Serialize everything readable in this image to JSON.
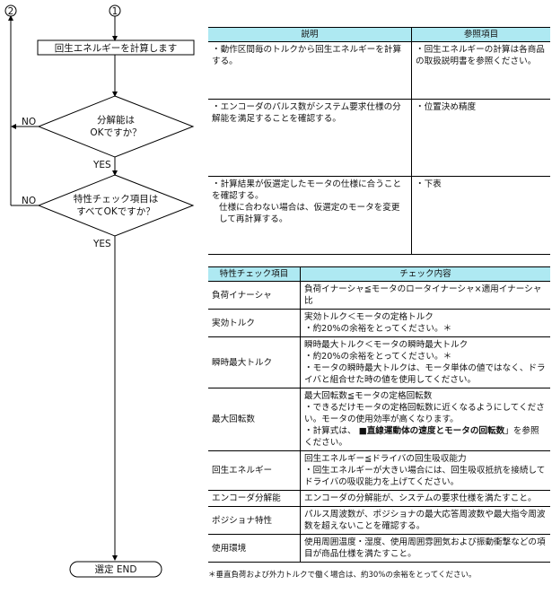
{
  "flow": {
    "connector_in": "1",
    "connector_out": "2",
    "step1": "回生エネルギーを計算します",
    "decision1": [
      "分解能は",
      "OKですか？"
    ],
    "decision2": [
      "特性チェック項目は",
      "すべてOKですか？"
    ],
    "no": "NO",
    "yes": "YES",
    "end": "選定  END"
  },
  "table1": {
    "headers": [
      "説明",
      "参照項目"
    ],
    "rows": [
      {
        "desc": "・動作区間毎のトルクから回生エネルギーを計算する。",
        "ref": "・回生エネルギーの計算は各商品の取扱説明書を参照ください。"
      },
      {
        "desc": "・エンコーダのパルス数がシステム要求仕様の分解能を満足することを確認する。",
        "ref": "・位置決め精度"
      },
      {
        "desc": "・計算結果が仮選定したモータの仕様に合うことを確認する。",
        "desc2": "仕様に合わない場合は、仮選定のモータを変更して再計算する。",
        "ref": "・下表"
      }
    ]
  },
  "table2": {
    "headers": [
      "特性チェック項目",
      "チェック内容"
    ],
    "rows": [
      {
        "item": "負荷イナーシャ",
        "lines": [
          "負荷イナーシャ≦モータのロータイナーシャ×適用イナーシャ比"
        ]
      },
      {
        "item": "実効トルク",
        "lines": [
          "実効トルク＜モータの定格トルク",
          "・約20%の余裕をとってください。＊"
        ]
      },
      {
        "item": "瞬時最大トルク",
        "lines": [
          "瞬時最大トルク＜モータの瞬時最大トルク",
          "・約20%の余裕をとってください。＊",
          "・モータの瞬時最大トルクは、モータ単体の値ではなく、ドライバと組合せた時の値を使用してください。"
        ]
      },
      {
        "item": "最大回転数",
        "lines": [
          "最大回転数≦モータの定格回転数",
          "・できるだけモータの定格回転数に近くなるようにしてください。モータの使用効率が高くなります。",
          "・計算式は、"
        ],
        "link": "■直線運動体の速度とモータの回転数",
        "after": "」を参照ください。"
      },
      {
        "item": "回生エネルギー",
        "lines": [
          "回生エネルギー≦ドライバの回生吸収能力",
          "・回生エネルギーが大きい場合には、回生吸収抵抗を接続してドライバの吸収能力を上げてください。"
        ]
      },
      {
        "item": "エンコーダ分解能",
        "lines": [
          "エンコーダの分解能が、システムの要求仕様を満たすこと。"
        ]
      },
      {
        "item": "ポジショナ特性",
        "lines": [
          "パルス周波数が、ポジショナの最大応答周波数や最大指令周波数を超えないことを確認する。"
        ]
      },
      {
        "item": "使用環境",
        "lines": [
          "使用周囲温度・湿度、使用周囲雰囲気および振動衝撃などの項目が商品仕様を満たすこと。"
        ]
      }
    ],
    "footnote": "＊垂直負荷および外力トルクで働く場合は、約30%の余裕をとってください。"
  }
}
